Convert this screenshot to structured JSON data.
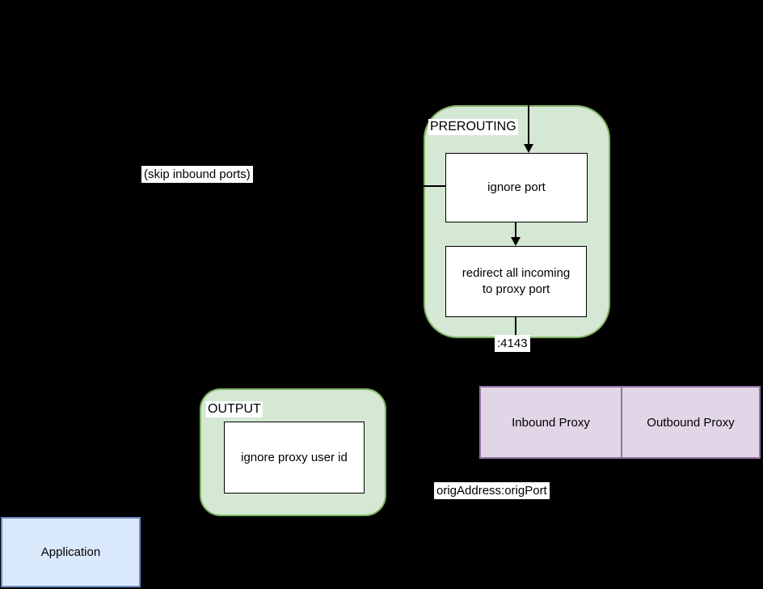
{
  "diagram": {
    "prerouting": {
      "label": "PREROUTING",
      "node_ignore_port": "ignore port",
      "node_redirect": "redirect all incoming to proxy port"
    },
    "output_chain": {
      "label": "OUTPUT",
      "node_ignore_uid": "ignore proxy user id"
    },
    "proxies": {
      "inbound": "Inbound Proxy",
      "outbound": "Outbound Proxy"
    },
    "application": {
      "label": "Application"
    },
    "edge_labels": {
      "skip_inbound": "(skip inbound ports)",
      "proxy_port": ":4143",
      "orig_addr": "origAddress:origPort"
    },
    "colors": {
      "background": "#000000",
      "chain_fill": "#d5e8d4",
      "chain_border": "#82b366",
      "node_fill": "#ffffff",
      "proxy_fill": "#e1d5e7",
      "proxy_border": "#9673a6",
      "app_fill": "#dae8fc",
      "app_border": "#6c8ebf"
    }
  }
}
